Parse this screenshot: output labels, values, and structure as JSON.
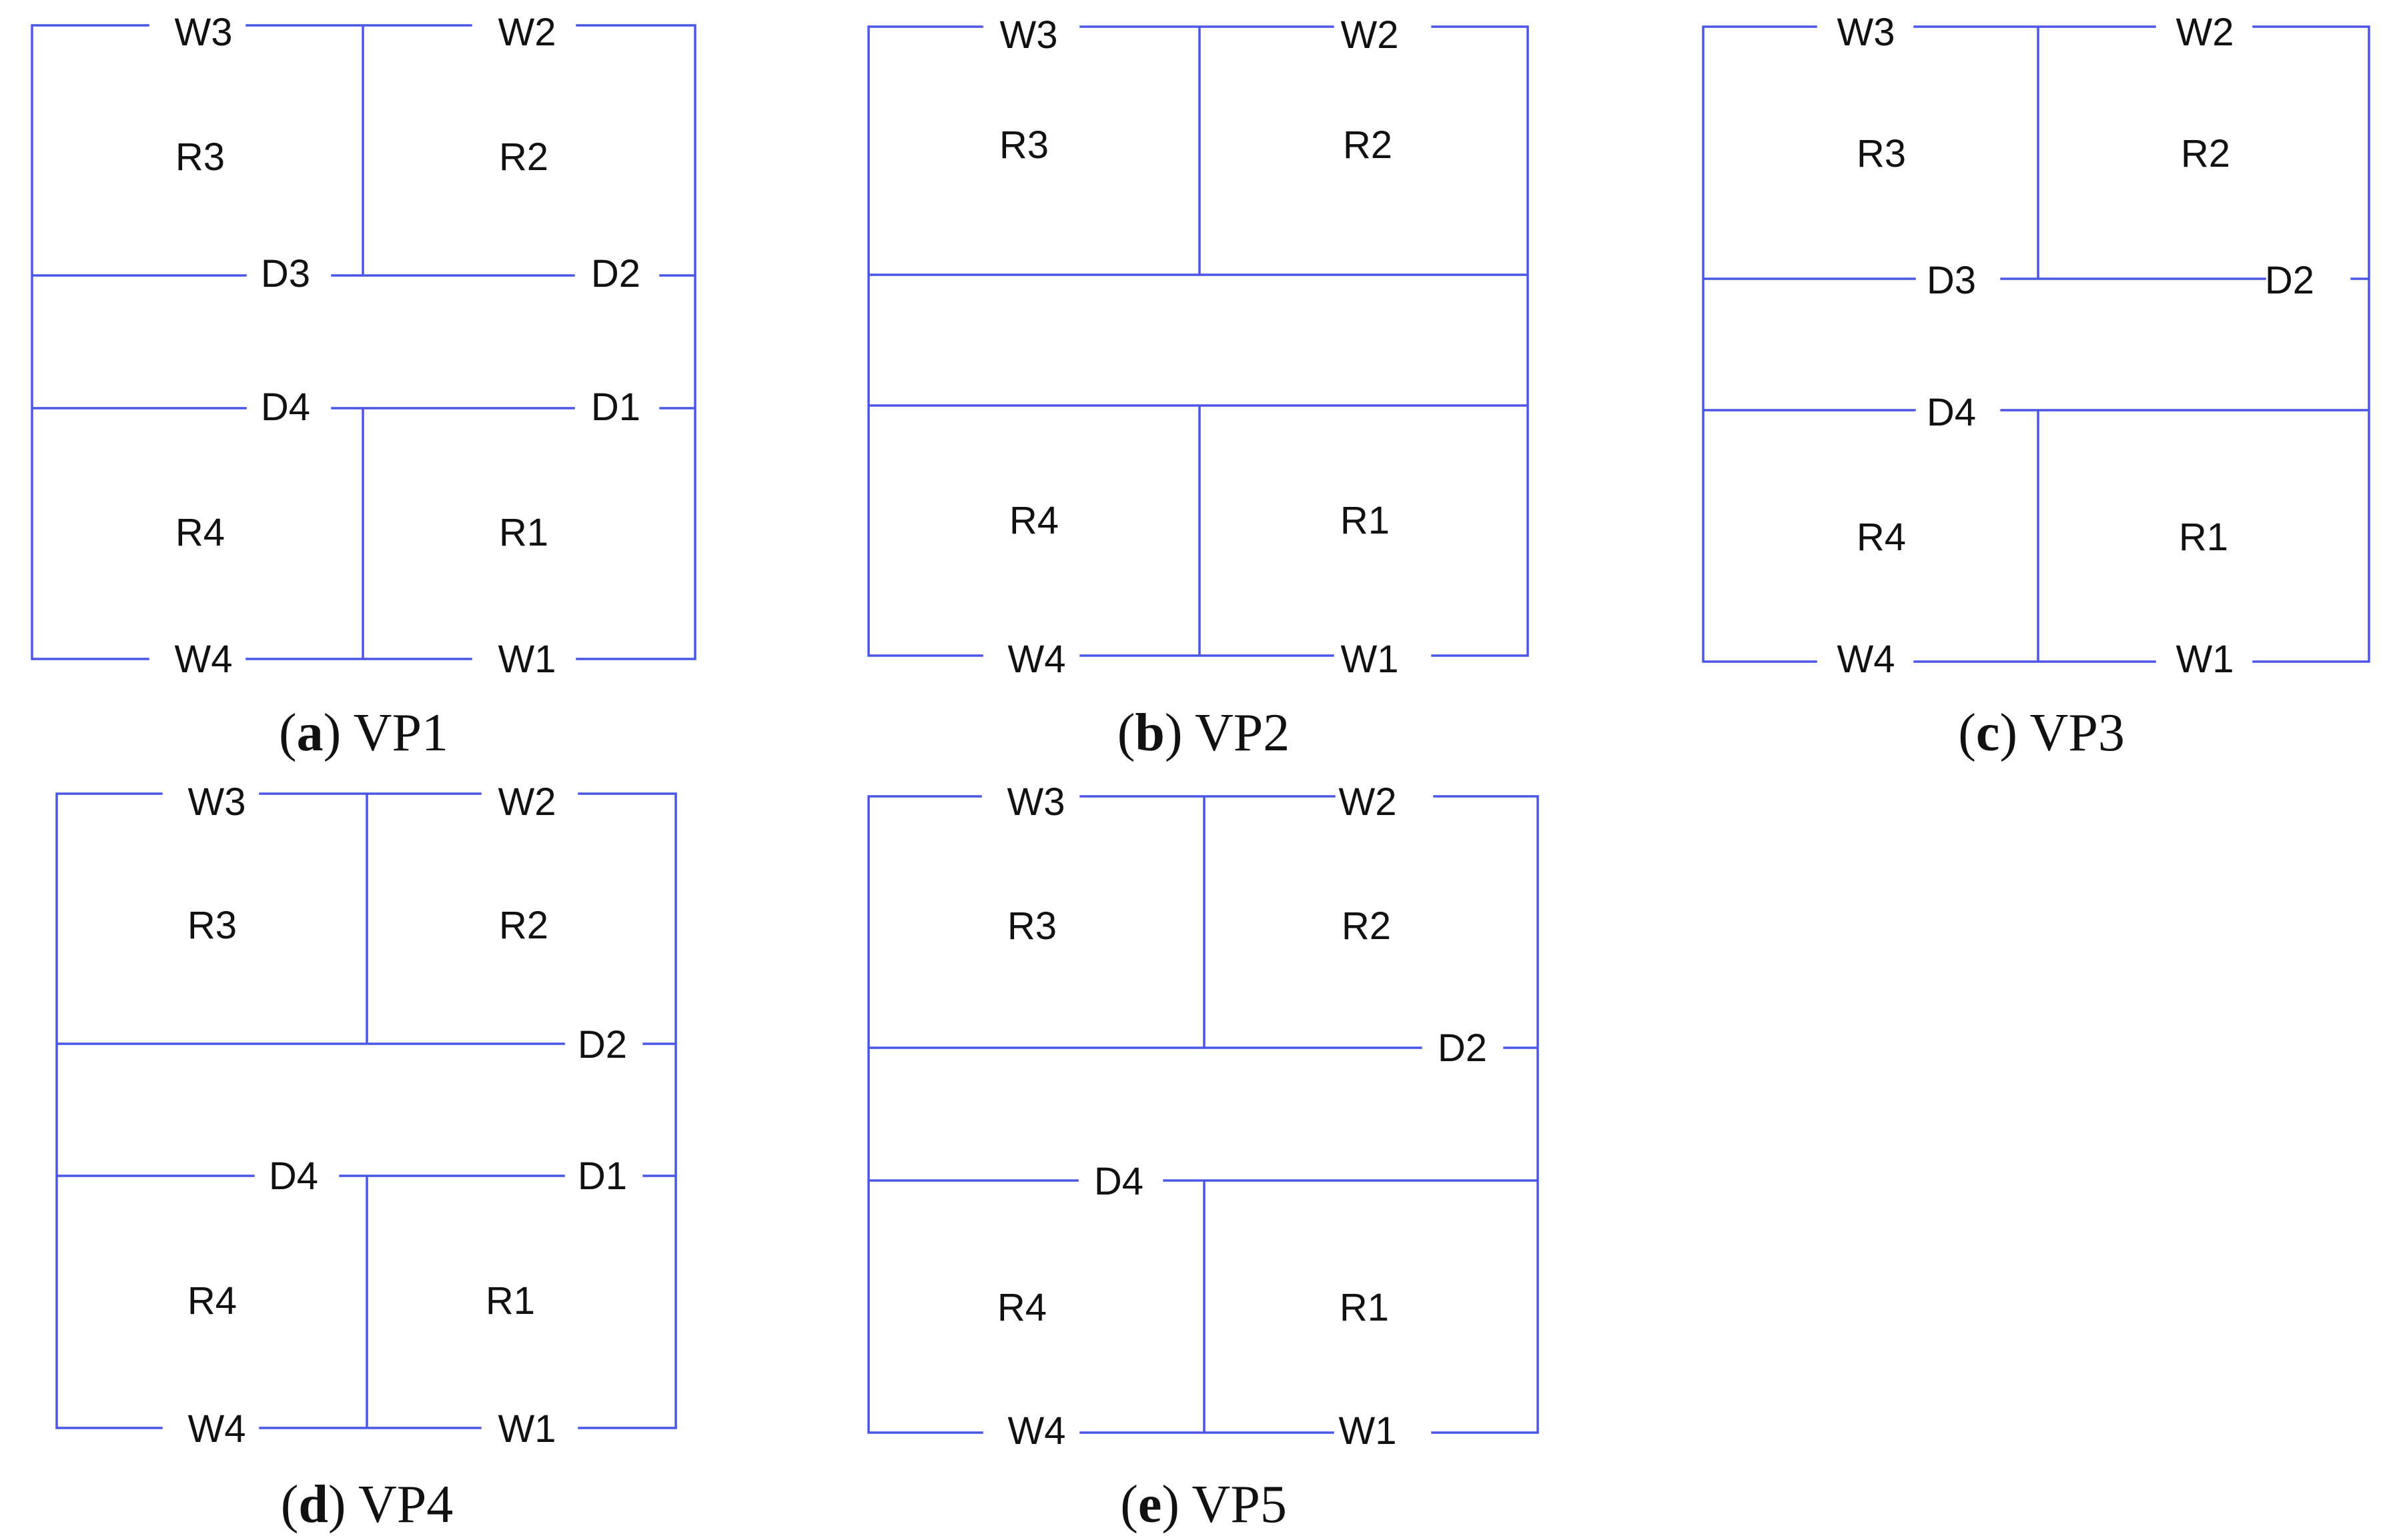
{
  "colors": {
    "line": "#4a57e6",
    "text": "#111111",
    "background": "#ffffff"
  },
  "panels": [
    {
      "id": "VP1",
      "caption": {
        "letter": "a",
        "name": "VP1"
      },
      "labels": {
        "W1": "W1",
        "W2": "W2",
        "W3": "W3",
        "W4": "W4",
        "R1": "R1",
        "R2": "R2",
        "R3": "R3",
        "R4": "R4",
        "D1": "D1",
        "D2": "D2",
        "D3": "D3",
        "D4": "D4"
      }
    },
    {
      "id": "VP2",
      "caption": {
        "letter": "b",
        "name": "VP2"
      },
      "labels": {
        "W1": "W1",
        "W2": "W2",
        "W3": "W3",
        "W4": "W4",
        "R1": "R1",
        "R2": "R2",
        "R3": "R3",
        "R4": "R4"
      }
    },
    {
      "id": "VP3",
      "caption": {
        "letter": "c",
        "name": "VP3"
      },
      "labels": {
        "W1": "W1",
        "W2": "W2",
        "W3": "W3",
        "W4": "W4",
        "R1": "R1",
        "R2": "R2",
        "R3": "R3",
        "R4": "R4",
        "D2": "D2",
        "D3": "D3",
        "D4": "D4"
      }
    },
    {
      "id": "VP4",
      "caption": {
        "letter": "d",
        "name": "VP4"
      },
      "labels": {
        "W1": "W1",
        "W2": "W2",
        "W3": "W3",
        "W4": "W4",
        "R1": "R1",
        "R2": "R2",
        "R3": "R3",
        "R4": "R4",
        "D1": "D1",
        "D2": "D2",
        "D4": "D4"
      }
    },
    {
      "id": "VP5",
      "caption": {
        "letter": "e",
        "name": "VP5"
      },
      "labels": {
        "W1": "W1",
        "W2": "W2",
        "W3": "W3",
        "W4": "W4",
        "R1": "R1",
        "R2": "R2",
        "R3": "R3",
        "R4": "R4",
        "D2": "D2",
        "D4": "D4"
      }
    }
  ]
}
